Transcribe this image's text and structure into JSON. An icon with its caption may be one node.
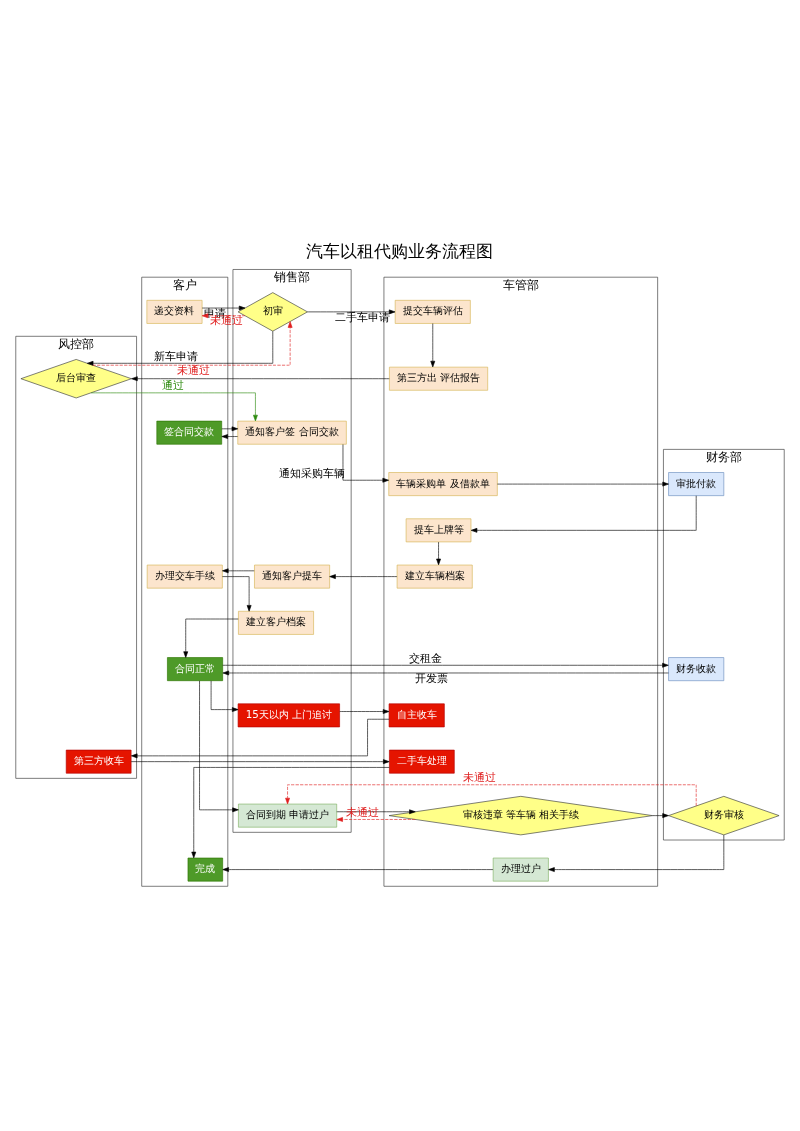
{
  "diagram": {
    "title": "汽车以租代购业务流程图",
    "nodes": [
      {
        "text": [
          "客户"
        ]
      },
      {
        "text": [
          "销售部"
        ]
      },
      {
        "text": [
          "风控部"
        ]
      },
      {
        "text": [
          "车管部"
        ]
      },
      {
        "text": [
          "财务部"
        ]
      },
      {
        "text": [
          "递交资料"
        ],
        "in": 0
      },
      {
        "text": [
          "初审"
        ],
        "in": 1
      },
      {
        "text": [
          "提交车辆评估"
        ],
        "in": 3
      },
      {
        "text": [
          "后台审查"
        ],
        "in": 2
      },
      {
        "text": [
          "第三方出 评估报告"
        ],
        "in": 3
      },
      {
        "text": [
          "签合同交款"
        ],
        "in": 0
      },
      {
        "text": [
          "通知客户签 合同交款"
        ],
        "in": 1
      },
      {
        "text": [
          "车辆采购单 及借款单"
        ],
        "in": 3
      },
      {
        "text": [
          "审批付款"
        ],
        "in": 4
      },
      {
        "text": [
          "提车上牌等"
        ],
        "in": 3
      },
      {
        "text": [
          "办理交车手续"
        ],
        "in": 0
      },
      {
        "text": [
          "通知客户提车"
        ],
        "in": 1
      },
      {
        "text": [
          "建立车辆档案"
        ],
        "in": 3
      },
      {
        "text": [
          "建立客户档案"
        ],
        "in": 1
      },
      {
        "text": [
          "合同正常"
        ],
        "in": 0
      },
      {
        "text": [
          "财务收款"
        ],
        "in": 4
      },
      {
        "text": [
          "15天以内 上门追讨"
        ],
        "in": 1
      },
      {
        "text": [
          "自主收车"
        ],
        "in": 3
      },
      {
        "text": [
          "第三方收车"
        ],
        "in": 2
      },
      {
        "text": [
          "二手车处理"
        ],
        "in": 3
      },
      {
        "text": [
          "合同到期 申请过户"
        ],
        "in": 1
      },
      {
        "text": [
          "审核违章 等车辆 相关手续"
        ],
        "in": 3
      },
      {
        "text": [
          "财务审核"
        ],
        "in": 4
      },
      {
        "text": [
          "完成"
        ],
        "in": 0
      },
      {
        "text": [
          "办理过户"
        ],
        "in": 3
      }
    ],
    "edges": [
      {
        "from": 5,
        "to": 6,
        "arrow": "to",
        "label": "申请"
      },
      {
        "from": 6,
        "to": 5,
        "arrow": "to",
        "label": "未通过",
        "style": "dashed",
        "color": "#e02020"
      },
      {
        "from": 6,
        "to": 7,
        "arrow": "to",
        "label": "二手车申请"
      },
      {
        "from": 6,
        "to": 8,
        "arrow": "to",
        "label": "新车申请"
      },
      {
        "from": 7,
        "to": 9,
        "arrow": "to"
      },
      {
        "from": 9,
        "to": 8,
        "arrow": "to"
      },
      {
        "from": 8,
        "to": 6,
        "arrow": "to",
        "label": "未通过",
        "style": "dashed",
        "color": "#e02020"
      },
      {
        "from": 8,
        "to": 11,
        "arrow": "to",
        "label": "通过",
        "color": "#2e8b10"
      },
      {
        "from": 11,
        "to": 10,
        "arrow": "to"
      },
      {
        "from": 10,
        "to": 11,
        "arrow": "to"
      },
      {
        "from": 11,
        "to": 12,
        "arrow": "to",
        "label": "通知采购车辆"
      },
      {
        "from": 12,
        "to": 13,
        "arrow": "to"
      },
      {
        "from": 13,
        "to": 14,
        "arrow": "to"
      },
      {
        "from": 14,
        "to": 17,
        "arrow": "to"
      },
      {
        "from": 17,
        "to": 16,
        "arrow": "to"
      },
      {
        "from": 16,
        "to": 15,
        "arrow": "to"
      },
      {
        "from": 15,
        "to": 18,
        "arrow": "to"
      },
      {
        "from": 18,
        "to": 19,
        "arrow": "to"
      },
      {
        "from": 19,
        "to": 20,
        "arrow": "to",
        "label": "交租金"
      },
      {
        "from": 20,
        "to": 19,
        "arrow": "to",
        "label": "开发票"
      },
      {
        "from": 19,
        "to": 21,
        "arrow": "to"
      },
      {
        "from": 21,
        "to": 22,
        "arrow": "to"
      },
      {
        "from": 22,
        "to": 23,
        "arrow": "to"
      },
      {
        "from": 23,
        "to": 24,
        "arrow": "to"
      },
      {
        "from": 24,
        "to": 28,
        "arrow": "to"
      },
      {
        "from": 19,
        "to": 25,
        "arrow": "to"
      },
      {
        "from": 25,
        "to": 26,
        "arrow": "to"
      },
      {
        "from": 26,
        "to": 25,
        "arrow": "to",
        "label": "未通过",
        "style": "dashed",
        "color": "#e02020"
      },
      {
        "from": 27,
        "to": 25,
        "arrow": "to",
        "label": "未通过",
        "style": "dashed",
        "color": "#e02020"
      },
      {
        "from": 26,
        "to": 27,
        "arrow": "to"
      },
      {
        "from": 27,
        "to": 29,
        "arrow": "to"
      },
      {
        "from": 29,
        "to": 28,
        "arrow": "to"
      }
    ]
  }
}
